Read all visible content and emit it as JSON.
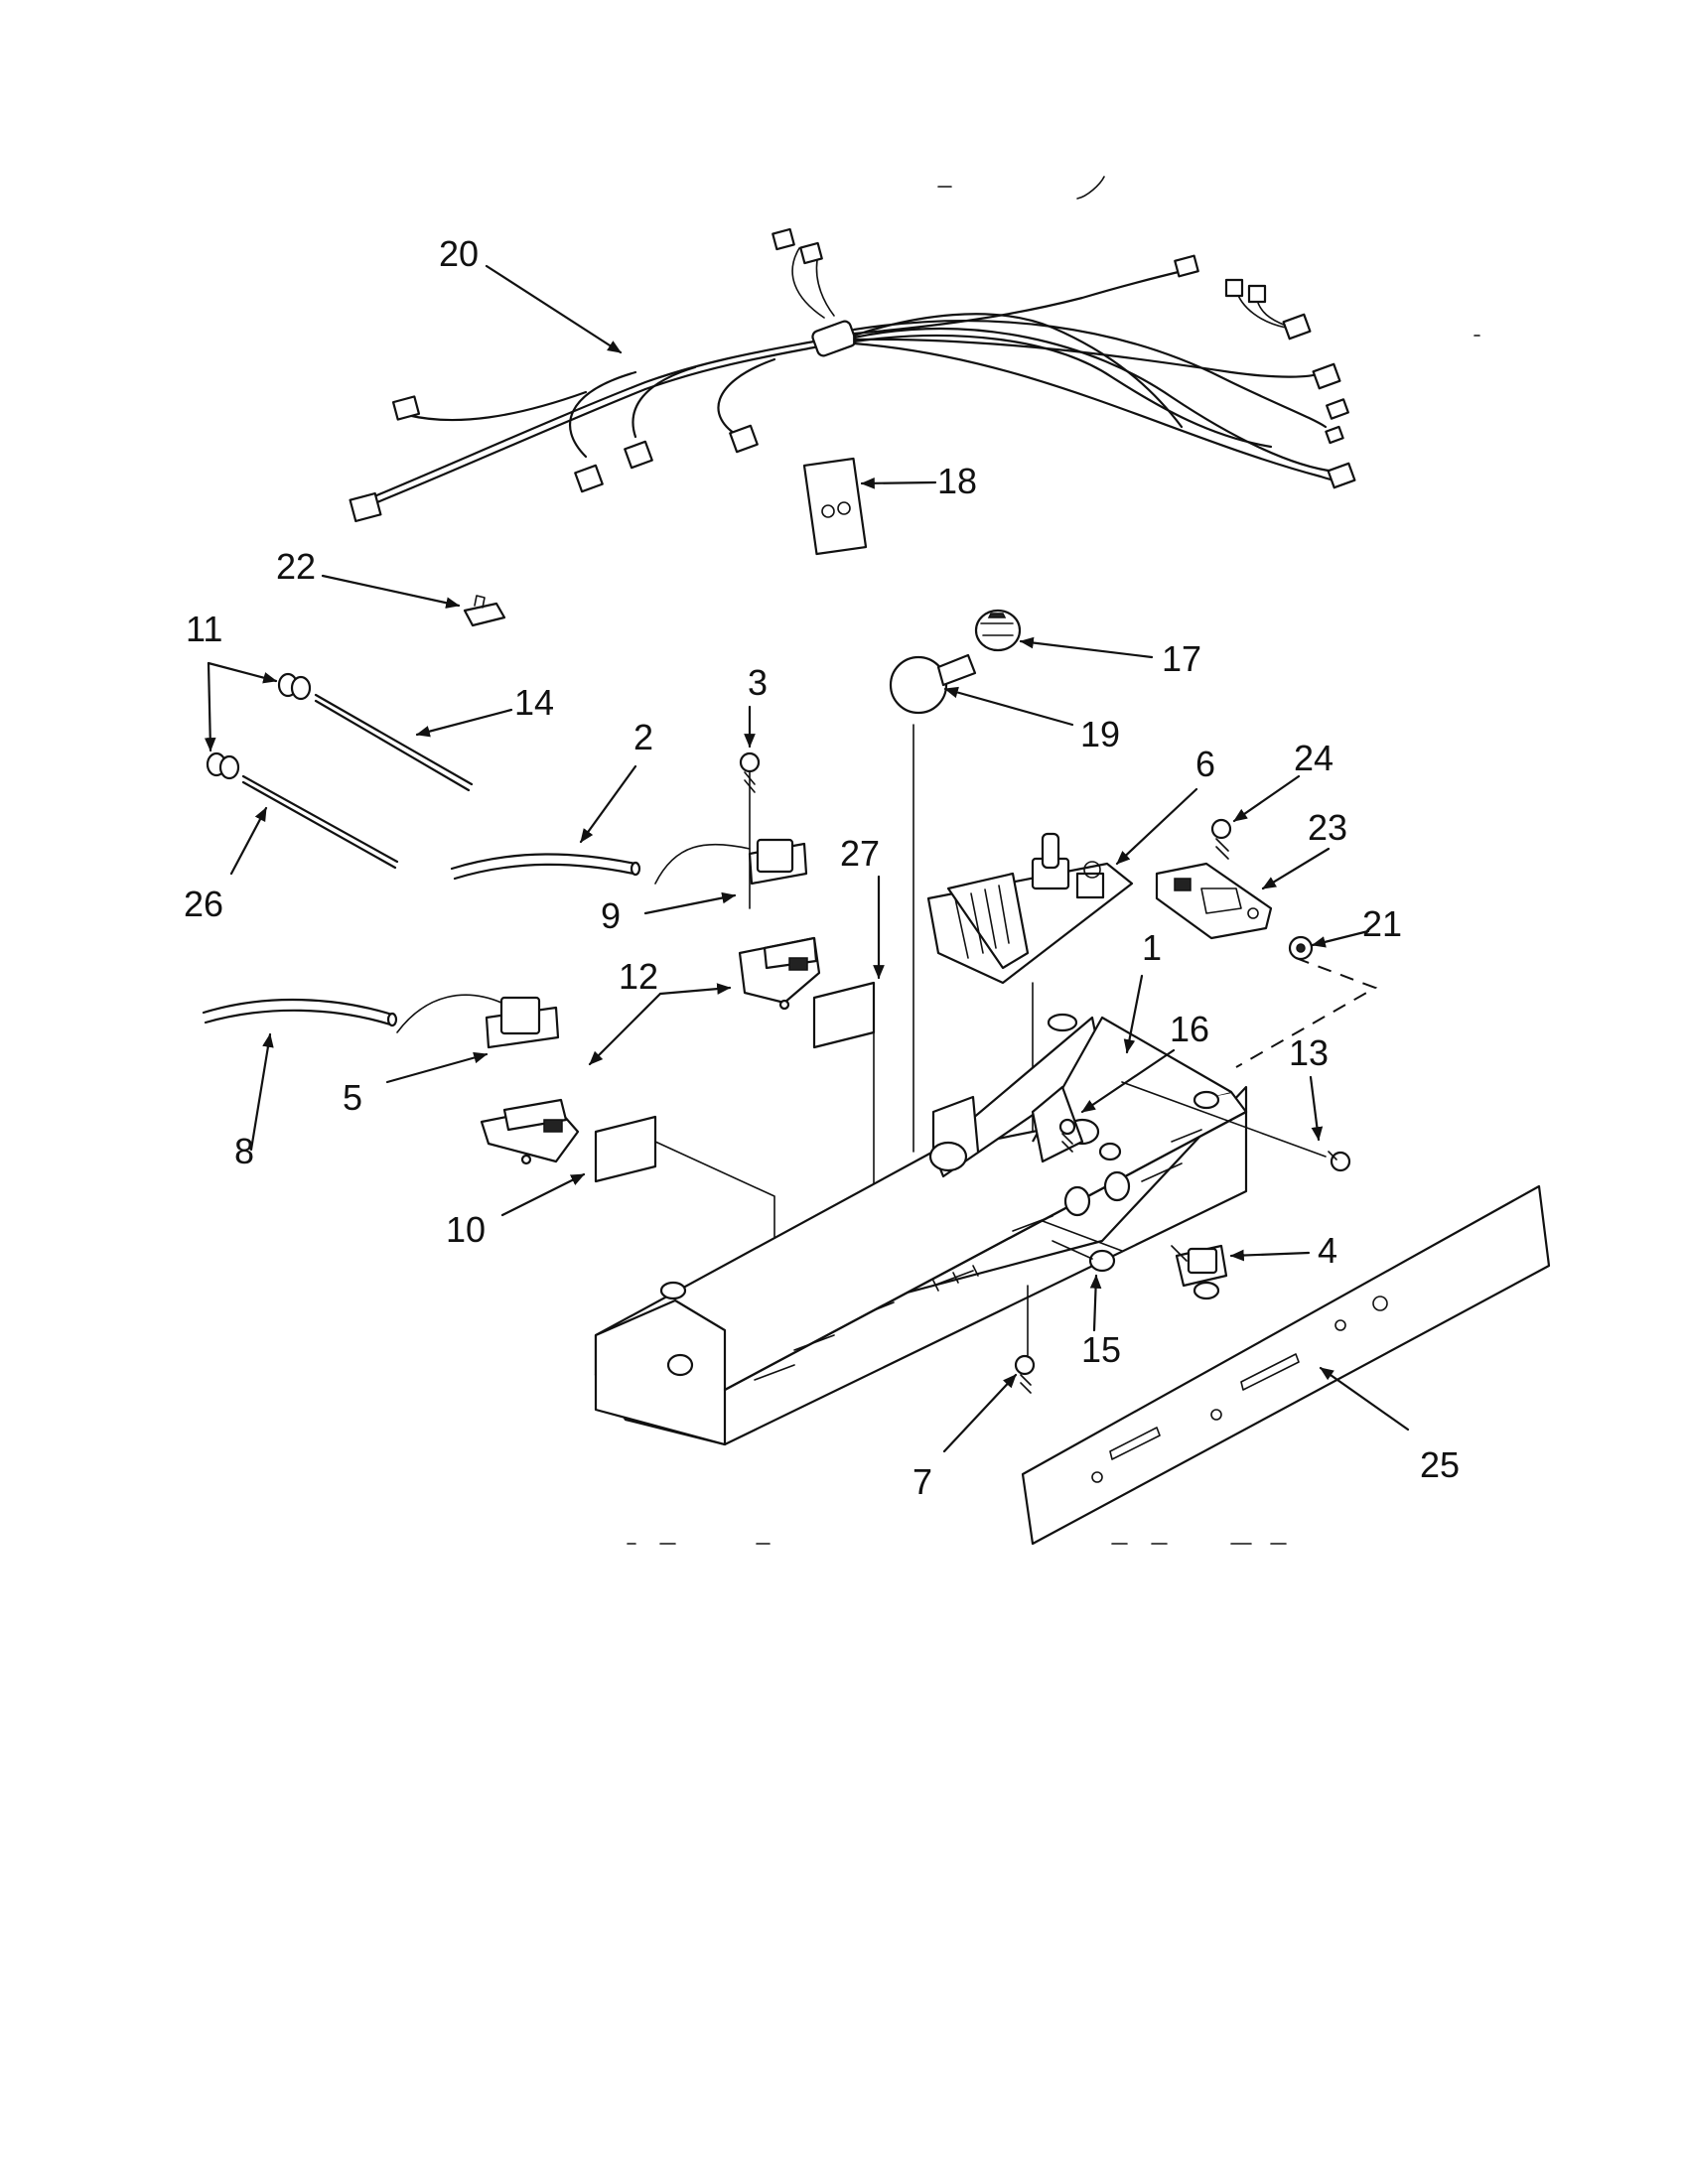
{
  "callouts": {
    "n1": "1",
    "n2": "2",
    "n3": "3",
    "n4": "4",
    "n5": "5",
    "n6": "6",
    "n7": "7",
    "n8": "8",
    "n9": "9",
    "n10": "10",
    "n11": "11",
    "n12": "12",
    "n13": "13",
    "n14": "14",
    "n15": "15",
    "n16": "16",
    "n17": "17",
    "n18": "18",
    "n19": "19",
    "n20": "20",
    "n21": "21",
    "n22": "22",
    "n23": "23",
    "n24": "24",
    "n25": "25",
    "n26": "26",
    "n27": "27"
  }
}
